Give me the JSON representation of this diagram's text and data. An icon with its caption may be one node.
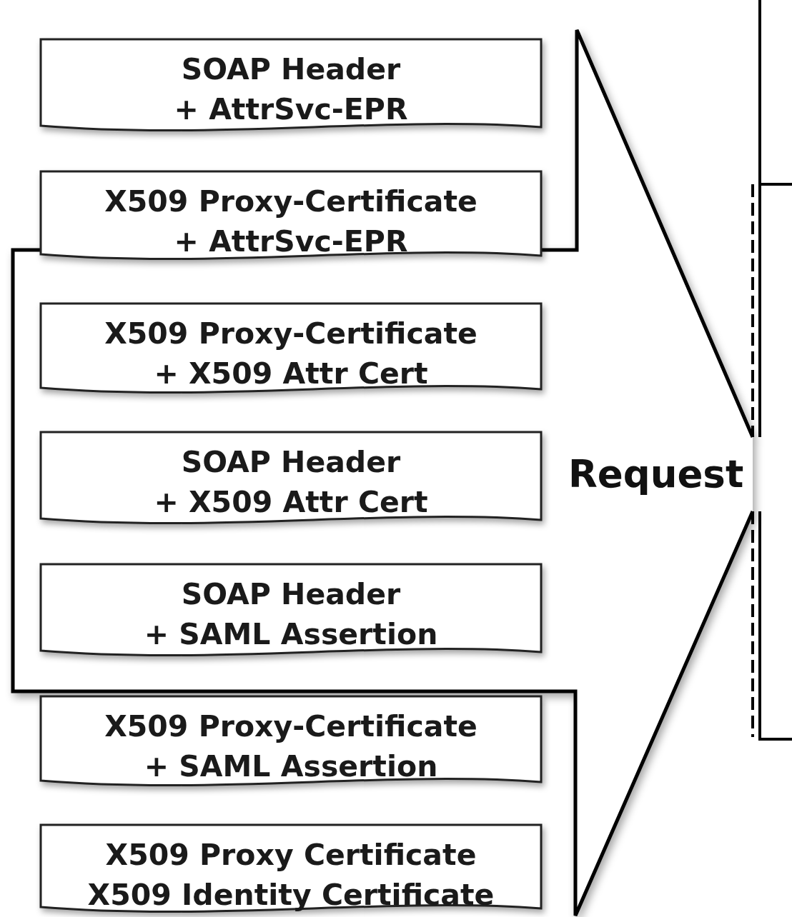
{
  "diagram": {
    "nodes": [
      {
        "text": [
          "SOAP Header + AttrSvc-EPR"
        ]
      },
      {
        "text": [
          "X509 Proxy-Certificate + AttrSvc-EPR"
        ]
      },
      {
        "text": [
          "X509 Proxy-Certificate + X509 Attr Cert"
        ]
      },
      {
        "text": [
          "SOAP Header + X509 Attr Cert"
        ]
      },
      {
        "text": [
          "SOAP Header + SAML Assertion"
        ]
      },
      {
        "text": [
          "X509 Proxy-Certificate + SAML Assertion"
        ]
      },
      {
        "text": [
          "X509 Proxy Certificate X509 Identity Certificate"
        ]
      },
      {
        "text": [],
        "shape": "box"
      }
    ],
    "edges": [
      {
        "from": null,
        "to": 7,
        "arrow": "to",
        "style": "thick"
      }
    ],
    "labels": [
      "Request"
    ]
  }
}
